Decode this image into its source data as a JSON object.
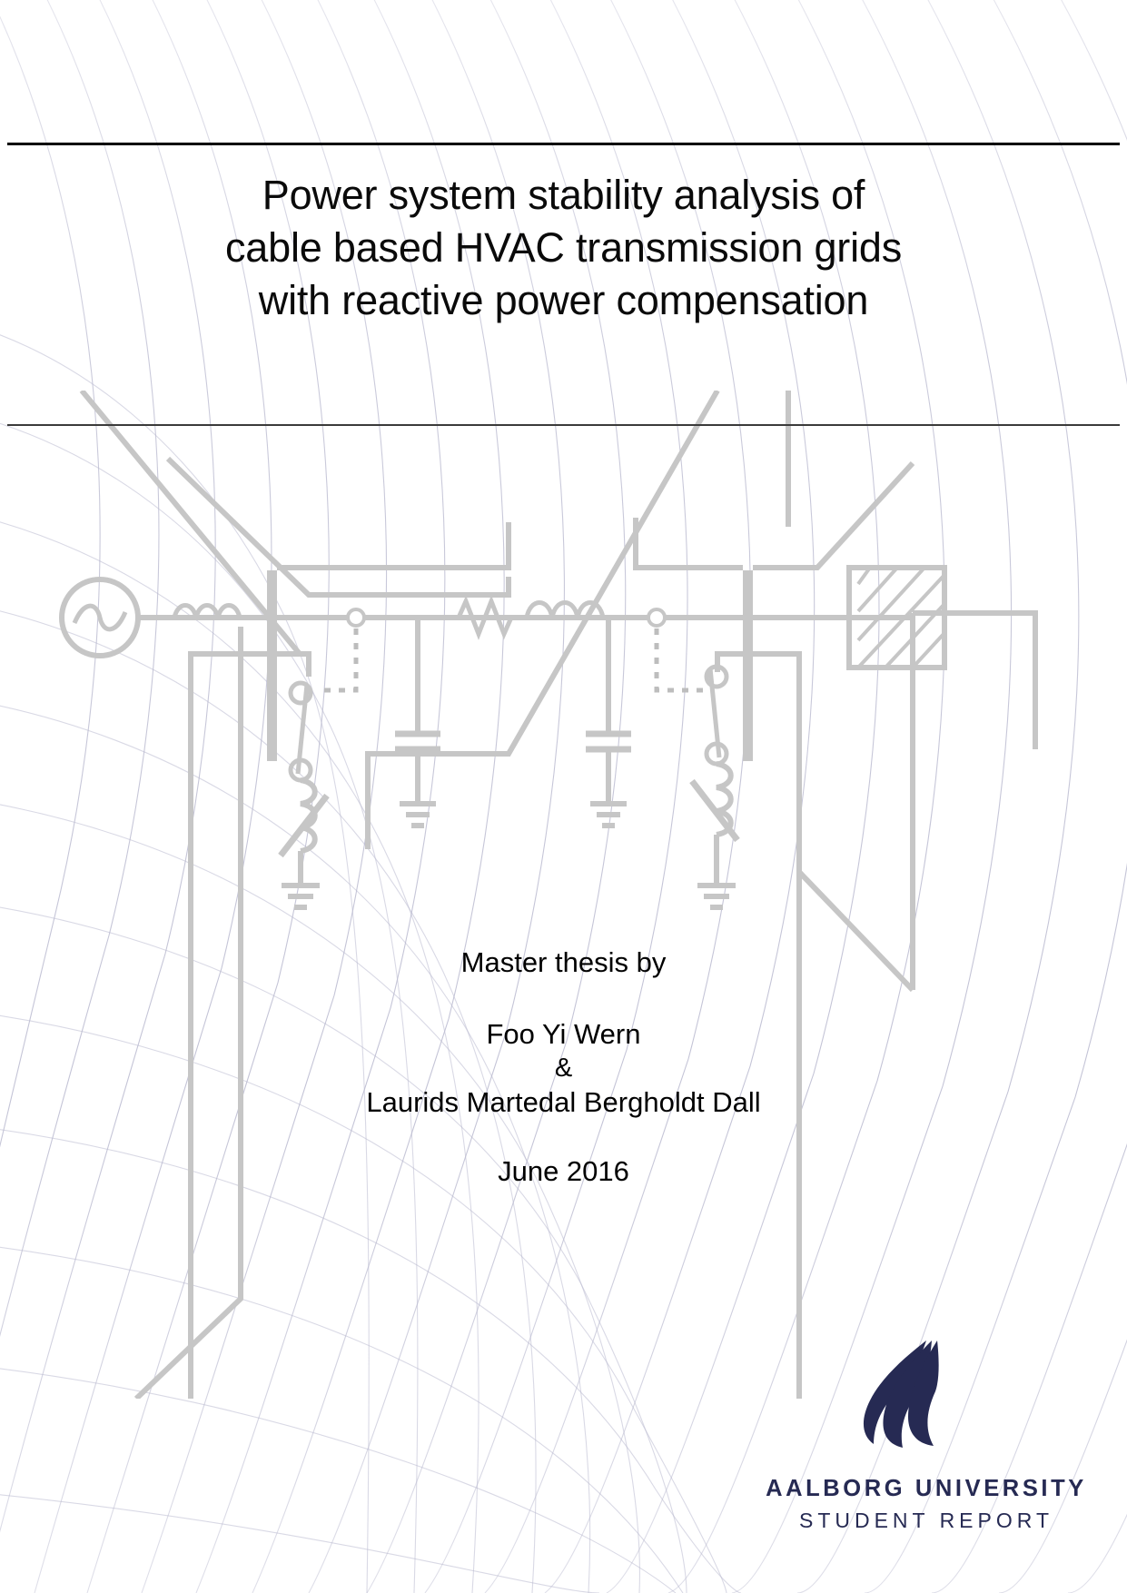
{
  "document": {
    "type": "thesis-cover-page",
    "title_lines": [
      "Power system stability analysis of",
      "cable based HVAC transmission grids",
      "with reactive power compensation"
    ],
    "credits": {
      "by_label": "Master thesis by",
      "author_1": "Foo Yi Wern",
      "conjunction": "&",
      "author_2": "Laurids Martedal Bergholdt Dall",
      "date": "June 2016"
    },
    "logo": {
      "mark_name": "aalborg-university-flame",
      "university": "AALBORG UNIVERSITY",
      "subtitle": "STUDENT REPORT",
      "color": "#262a53"
    },
    "colors": {
      "text": "#000000",
      "rule_top": "#000000",
      "rule_mid": "#3a3a3a",
      "logo_navy": "#262a53",
      "circuit_line": "#c4c4c4",
      "swirl_line": "#b9b9cf",
      "page_background": "#ffffff"
    },
    "background_art": {
      "name": "circuit-watermark",
      "description": "Single line HVAC transmission diagram watermark",
      "elements": [
        "ac-source-symbol",
        "series-inductor",
        "left-busbar",
        "left-circuit-breaker",
        "left-variable-shunt-reactor",
        "shunt-capacitor-1",
        "series-resistor",
        "series-inductor-2",
        "shunt-capacitor-2",
        "right-circuit-breaker",
        "right-variable-shunt-reactor",
        "right-busbar",
        "hatched-load-block",
        "ground-symbols"
      ]
    },
    "swirl": {
      "name": "fan-swirl-pattern",
      "stroke": "#b9b9cf"
    }
  }
}
